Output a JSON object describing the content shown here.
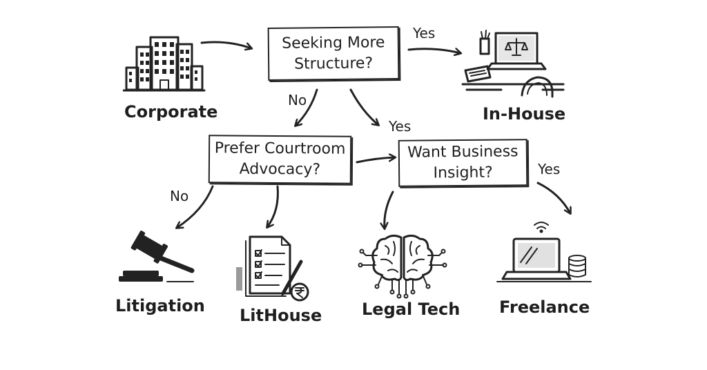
{
  "nodes": {
    "corporate": "Corporate",
    "in_house": "In-House",
    "litigation": "Litigation",
    "lithouse": "LitHouse",
    "legal_tech": "Legal Tech",
    "freelance": "Freelance"
  },
  "decisions": {
    "seeking_structure": {
      "line1": "Seeking More",
      "line2": "Structure?"
    },
    "courtroom": {
      "line1": "Prefer Courtroom",
      "line2": "Advocacy?"
    },
    "business": {
      "line1": "Want Business",
      "line2": "Insight?"
    }
  },
  "edge_labels": {
    "structure_yes": "Yes",
    "structure_no": "No",
    "structure_yes_down": "Yes",
    "courtroom_no": "No",
    "business_yes": "Yes"
  },
  "icons": {
    "corporate": "office-building-icon",
    "in_house": "desk-laptop-scales-icon",
    "litigation": "gavel-icon",
    "lithouse": "checklist-pen-rupee-icon",
    "legal_tech": "circuit-brain-icon",
    "freelance": "laptop-wifi-icon"
  },
  "colors": {
    "ink": "#222222",
    "background": "#ffffff"
  }
}
